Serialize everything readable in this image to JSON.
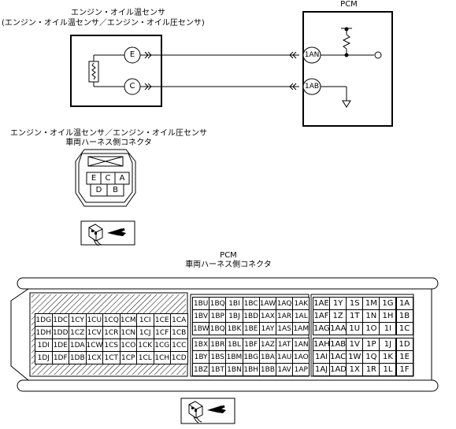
{
  "sensor": {
    "title": "エンジン・オイル温センサ",
    "subtitle": "(エンジン・オイル温センサ／エンジン・オイル圧センサ)",
    "terminal_e": "E",
    "terminal_c": "C"
  },
  "pcm": {
    "title": "PCM",
    "terminal_1an": "1AN",
    "terminal_1ab": "1AB"
  },
  "sensor_connector": {
    "title_line1": "エンジン・オイル温センサ／エンジン・オイル圧センサ",
    "title_line2": "車両ハーネス側コネクタ",
    "top_row": [
      "E",
      "C",
      "A"
    ],
    "bottom_row": [
      "D",
      "B"
    ]
  },
  "pcm_connector": {
    "title_line1": "PCM",
    "title_line2": "車両ハーネス側コネクタ",
    "block_left": [
      [
        "1DG",
        "1DC",
        "1CY",
        "1CU",
        "1CQ",
        "1CM",
        "1CI",
        "1CE",
        "1CA"
      ],
      [
        "1DH",
        "1DD",
        "1CZ",
        "1CV",
        "1CR",
        "1CN",
        "1CJ",
        "1CF",
        "1CB"
      ],
      [
        "1DI",
        "1DE",
        "1DA",
        "1CW",
        "1CS",
        "1CO",
        "1CK",
        "1CG",
        "1CC"
      ],
      [
        "1DJ",
        "1DF",
        "1DB",
        "1CX",
        "1CT",
        "1CP",
        "1CL",
        "1CH",
        "1CD"
      ]
    ],
    "block_mid": [
      [
        "1BU",
        "1BQ",
        "1BI",
        "1BC",
        "1AW",
        "1AQ",
        "1AK"
      ],
      [
        "1BV",
        "1BP",
        "1BJ",
        "1BD",
        "1AX",
        "1AR",
        "1AL"
      ],
      [
        "1BW",
        "1BQ",
        "1BK",
        "1BE",
        "1AY",
        "1AS",
        "1AM"
      ],
      [
        "1BX",
        "1BR",
        "1BL",
        "1BF",
        "1AZ",
        "1AT",
        "1AN"
      ],
      [
        "1BY",
        "1BS",
        "1BM",
        "1BG",
        "1BA",
        "1AU",
        "1AO"
      ],
      [
        "1BZ",
        "1BT",
        "1BN",
        "1BH",
        "1BB",
        "1AV",
        "1AP"
      ]
    ],
    "block_right": [
      [
        "1AE",
        "1Y",
        "1S",
        "1M",
        "1G",
        "1A"
      ],
      [
        "1AF",
        "1Z",
        "1T",
        "1N",
        "1H",
        "1B"
      ],
      [
        "1AG",
        "1AA",
        "1U",
        "1O",
        "1I",
        "1C"
      ],
      [
        "1AH",
        "1AB",
        "1V",
        "1P",
        "1J",
        "1D"
      ],
      [
        "1AI",
        "1AC",
        "1W",
        "1Q",
        "1K",
        "1E"
      ],
      [
        "1AJ",
        "1AD",
        "1X",
        "1R",
        "1L",
        "1F"
      ]
    ]
  }
}
